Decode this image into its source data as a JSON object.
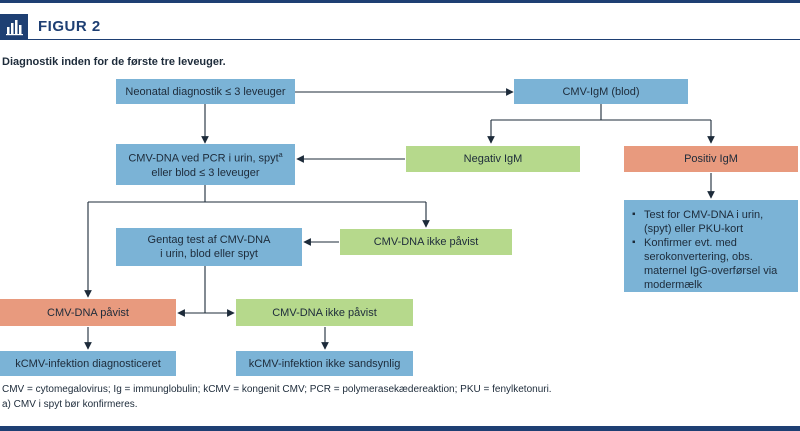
{
  "header": {
    "figure_label": "FIGUR 2"
  },
  "subtitle": "Diagnostik inden for de første tre leveuger.",
  "nodes": {
    "neonatal": "Neonatal diagnostik ≤ 3 leveuger",
    "cmv_igm": "CMV-IgM (blod)",
    "pcr_line1": "CMV-DNA ved PCR  i urin, spyt",
    "pcr_sup": "a",
    "pcr_line2": "eller blod ≤ 3 leveuger",
    "negativ": "Negativ IgM",
    "positiv": "Positiv IgM",
    "gentag_line1": "Gentag test af CMV-DNA",
    "gentag_line2": "i urin, blod eller spyt",
    "ikke_pavist_1": "CMV-DNA ikke påvist",
    "pavist": "CMV-DNA påvist",
    "ikke_pavist_2": "CMV-DNA ikke påvist",
    "kcmv_diag": "kCMV-infektion diagnosticeret",
    "kcmv_ikke": "kCMV-infektion ikke sandsynlig",
    "test_items": [
      "Test for CMV-DNA i urin, (spyt) eller PKU-kort",
      "Konfirmer evt. med serokonvertering, obs. maternel IgG-overførsel via modermælk"
    ]
  },
  "footnotes": {
    "abbreviations": "CMV = cytomegalovirus; Ig = immunglobulin; kCMV = kongenit CMV; PCR = polymerasekædereaktion; PKU = fenylketonuri.",
    "note_a": "a) CMV i spyt bør konfirmeres."
  },
  "colors": {
    "brand": "#1e3f73",
    "blue_box": "#7bb3d6",
    "green_box": "#b6d98c",
    "salmon_box": "#e89a7e"
  }
}
